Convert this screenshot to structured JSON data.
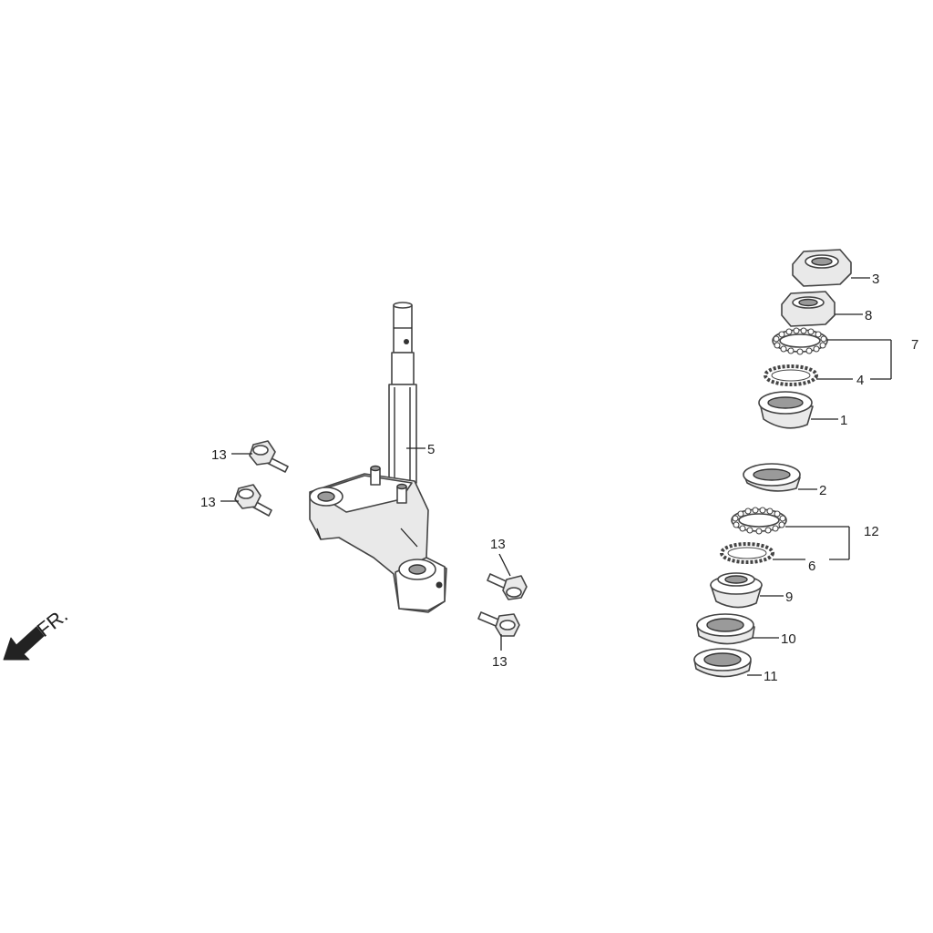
{
  "callouts": {
    "c1": "1",
    "c2": "2",
    "c3": "3",
    "c4": "4",
    "c5": "5",
    "c6": "6",
    "c7": "7",
    "c8": "8",
    "c9": "9",
    "c10": "10",
    "c11": "11",
    "c12": "12",
    "c13a": "13",
    "c13b": "13",
    "c13c": "13",
    "c13d": "13"
  },
  "direction": {
    "label": "FR."
  },
  "icons": {
    "front_arrow": "arrow-down-left-icon"
  }
}
